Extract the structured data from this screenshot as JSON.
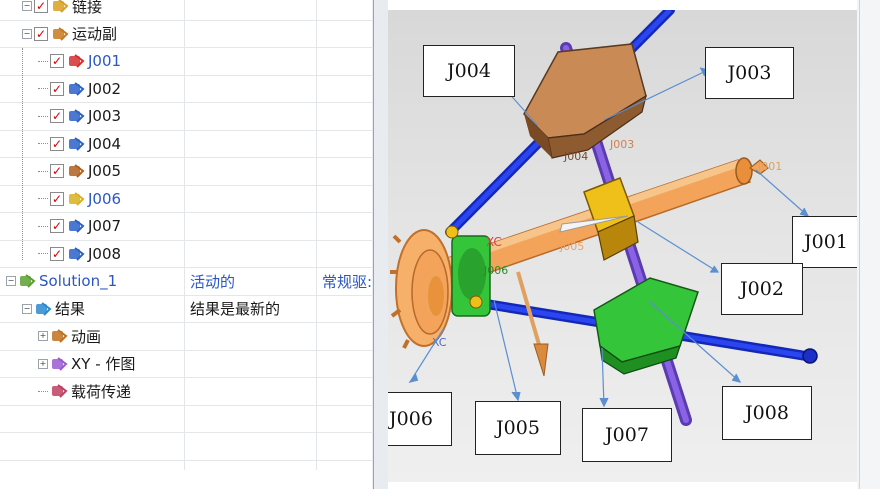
{
  "navigator": {
    "rows": [
      {
        "name": "链接",
        "status": "",
        "driver": "",
        "icon": "link-icon",
        "depth": 1,
        "toggle": "minus",
        "checked": true,
        "blue": false
      },
      {
        "name": "运动副",
        "status": "",
        "driver": "",
        "icon": "joint-group-icon",
        "depth": 1,
        "toggle": "minus",
        "checked": true,
        "blue": false
      },
      {
        "name": "J001",
        "status": "",
        "driver": "",
        "icon": "fixed-joint-icon",
        "depth": 2,
        "checked": true,
        "blue": true
      },
      {
        "name": "J002",
        "status": "",
        "driver": "",
        "icon": "revolute-joint-icon",
        "depth": 2,
        "checked": true,
        "blue": false
      },
      {
        "name": "J003",
        "status": "",
        "driver": "",
        "icon": "revolute-joint-icon",
        "depth": 2,
        "checked": true,
        "blue": false
      },
      {
        "name": "J004",
        "status": "",
        "driver": "",
        "icon": "revolute-joint-icon",
        "depth": 2,
        "checked": true,
        "blue": false
      },
      {
        "name": "J005",
        "status": "",
        "driver": "",
        "icon": "slider-joint-icon",
        "depth": 2,
        "checked": true,
        "blue": false
      },
      {
        "name": "J006",
        "status": "",
        "driver": "",
        "icon": "cylindrical-joint-icon",
        "depth": 2,
        "checked": true,
        "blue": true
      },
      {
        "name": "J007",
        "status": "",
        "driver": "",
        "icon": "revolute-joint-icon",
        "depth": 2,
        "checked": true,
        "blue": false
      },
      {
        "name": "J008",
        "status": "",
        "driver": "",
        "icon": "revolute-joint-icon",
        "depth": 2,
        "checked": true,
        "blue": false
      },
      {
        "name": "Solution_1",
        "status": "活动的",
        "driver": "常规驱:",
        "icon": "solution-icon",
        "depth": 0,
        "toggle": "minus",
        "blue": true
      },
      {
        "name": "结果",
        "status": "结果是最新的",
        "driver": "",
        "icon": "results-icon",
        "depth": 1,
        "toggle": "minus",
        "blue": false
      },
      {
        "name": "动画",
        "status": "",
        "driver": "",
        "icon": "animation-icon",
        "depth": 2,
        "toggle": "plus",
        "blue": false
      },
      {
        "name": "XY - 作图",
        "status": "",
        "driver": "",
        "icon": "xy-graph-icon",
        "depth": 2,
        "toggle": "plus",
        "blue": false
      },
      {
        "name": "载荷传递",
        "status": "",
        "driver": "",
        "icon": "load-transfer-icon",
        "depth": 2,
        "blue": false
      },
      {
        "name": "",
        "status": "",
        "driver": "",
        "icon": "",
        "depth": 0,
        "blue": false
      },
      {
        "name": "",
        "status": "",
        "driver": "",
        "icon": "",
        "depth": 0,
        "blue": false
      }
    ]
  },
  "viewport": {
    "callouts": [
      {
        "id": "callout-j004",
        "label": "J004"
      },
      {
        "id": "callout-j003",
        "label": "J003"
      },
      {
        "id": "callout-j001",
        "label": "J001"
      },
      {
        "id": "callout-j002",
        "label": "J002"
      },
      {
        "id": "callout-j006",
        "label": "J006"
      },
      {
        "id": "callout-j005",
        "label": "J005"
      },
      {
        "id": "callout-j007",
        "label": "J007"
      },
      {
        "id": "callout-j008",
        "label": "J008"
      }
    ],
    "model_labels": {
      "xc_top": "XC",
      "xc_bottom": "XC",
      "j001_ghost": "J001",
      "j003_ghost": "J003",
      "j004_ghost": "J004",
      "j005_ghost": "J005",
      "j006_ghost": "J006"
    }
  },
  "colors": {
    "link_blue": "#1f2fd8",
    "shaft_purple": "#7a4fd6",
    "bracket_brown": "#c98a55",
    "joint_green": "#35c53a",
    "slider_orange": "#f3a45a",
    "jaw_yellow": "#f0c01a",
    "label_blue": "#2a56c6",
    "arrow_blue": "#5b8fd0",
    "check_red": "#d40000"
  }
}
